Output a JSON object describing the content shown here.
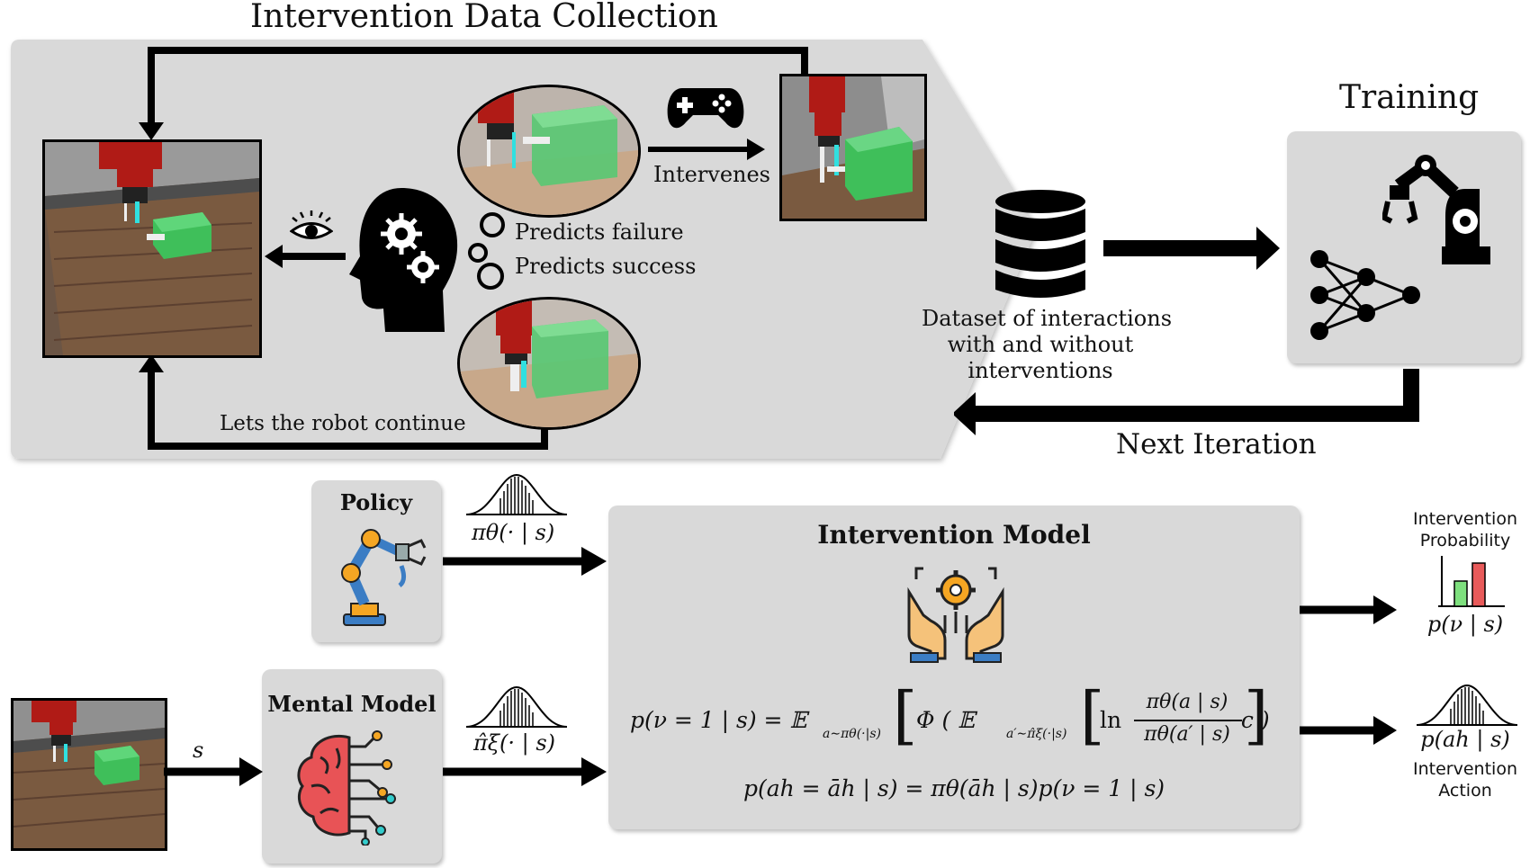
{
  "top": {
    "title": "Intervention Data Collection",
    "intervenes": "Intervenes",
    "predicts_failure": "Predicts failure",
    "predicts_success": "Predicts success",
    "lets_continue": "Lets the robot continue",
    "dataset_line1": "Dataset of interactions",
    "dataset_line2": "with and without",
    "dataset_line3": "interventions",
    "training": "Training",
    "next_iteration": "Next Iteration"
  },
  "bottom": {
    "policy": "Policy",
    "policy_dist": "πθ(· | s)",
    "mental_model": "Mental Model",
    "mental_dist": "π̂ξ(· | s)",
    "state": "s",
    "intervention_model": "Intervention Model",
    "eq1_lhs": "p(ν = 1 | s) = 𝔼",
    "eq1_sub": "a∼πθ(·|s)",
    "eq1_mid": "Φ ( 𝔼",
    "eq1_sub2": "a′∼π̂ξ(·|s)",
    "eq1_ln": "ln",
    "eq1_num": "πθ(a | s)",
    "eq1_den": "πθ(a′ | s)",
    "eq1_tail": "− c",
    "eq2": "p(ah = āh | s) = πθ(āh | s)p(ν = 1 | s)",
    "prob_title_line1": "Intervention",
    "prob_title_line2": "Probability",
    "prob_expr": "p(ν | s)",
    "action_expr": "p(ah | s)",
    "action_line1": "Intervention",
    "action_line2": "Action"
  },
  "colors": {
    "panel": "#d9d9d9",
    "robot_red": "#b01b16",
    "cube_green": "#3fbf5a",
    "bar_green": "#7ee07e",
    "bar_red": "#e85a5a",
    "brain_red": "#e85356",
    "policy_blue": "#3b7dc4",
    "gear_orange": "#f5a623"
  },
  "icons": [
    "eye-icon",
    "head-gears-icon",
    "gamepad-icon",
    "database-icon",
    "robot-arm-icon",
    "neural-net-icon",
    "policy-robot-icon",
    "gear-hands-icon",
    "brain-circuit-icon"
  ]
}
